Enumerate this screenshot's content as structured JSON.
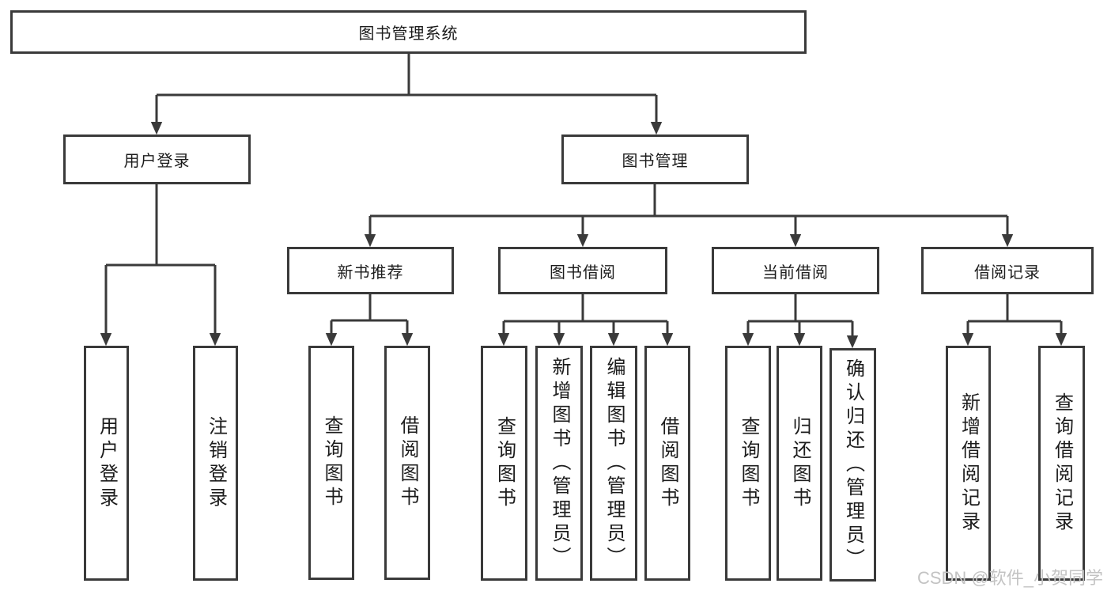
{
  "tree": {
    "root": {
      "label": "图书管理系统"
    },
    "branches": [
      {
        "label": "用户登录",
        "children": [
          {
            "label": "用户登录"
          },
          {
            "label": "注销登录"
          }
        ]
      },
      {
        "label": "图书管理",
        "children": [
          {
            "label": "新书推荐",
            "children": [
              {
                "label": "查询图书"
              },
              {
                "label": "借阅图书"
              }
            ]
          },
          {
            "label": "图书借阅",
            "children": [
              {
                "label": "查询图书"
              },
              {
                "label": "新增图书（管理员）"
              },
              {
                "label": "编辑图书（管理员）"
              },
              {
                "label": "借阅图书"
              }
            ]
          },
          {
            "label": "当前借阅",
            "children": [
              {
                "label": "查询图书"
              },
              {
                "label": "归还图书"
              },
              {
                "label": "确认归还（管理员）"
              }
            ]
          },
          {
            "label": "借阅记录",
            "children": [
              {
                "label": "新增借阅记录"
              },
              {
                "label": "查询借阅记录"
              }
            ]
          }
        ]
      }
    ]
  },
  "watermark": {
    "text": "CSDN @软件_小贺同学"
  },
  "colors": {
    "line": "#3a3a3a",
    "text": "#1c1c1c",
    "background": "#ffffff",
    "watermark": "#c3c3c3"
  }
}
